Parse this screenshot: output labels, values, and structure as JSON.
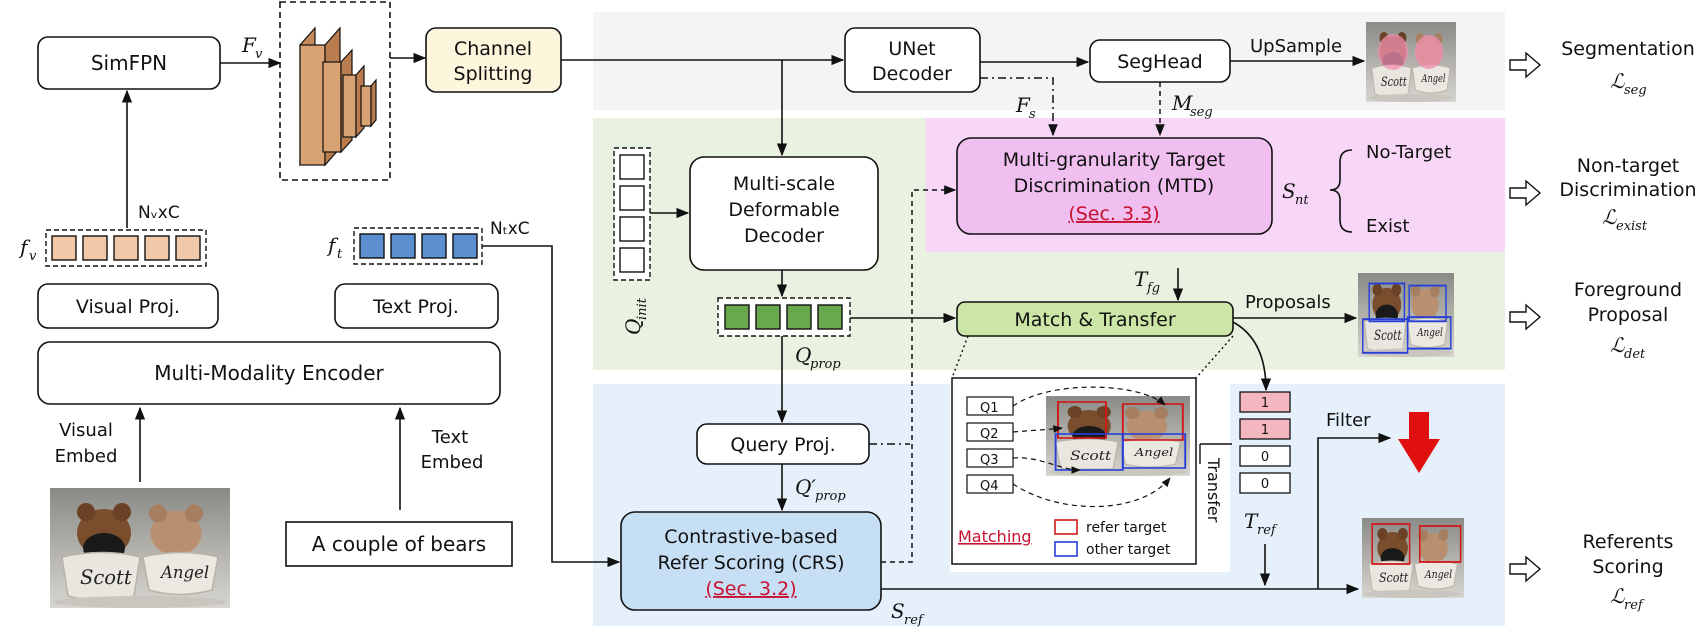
{
  "boxes": {
    "simfpn": "SimFPN",
    "channel_splitting": [
      "Channel",
      "Splitting"
    ],
    "unet_decoder": [
      "UNet",
      "Decoder"
    ],
    "seghead": "SegHead",
    "visual_proj": "Visual Proj.",
    "text_proj": "Text Proj.",
    "mm_encoder": "Multi-Modality Encoder",
    "msdd": [
      "Multi-scale",
      "Deformable",
      "Decoder"
    ],
    "mtd": [
      "Multi-granularity Target",
      "Discrimination (MTD)"
    ],
    "mtd_sec": "(Sec. 3.3)",
    "match_transfer": "Match & Transfer",
    "query_proj": "Query Proj.",
    "crs": [
      "Contrastive-based",
      "Refer Scoring (CRS)"
    ],
    "crs_sec": "(Sec. 3.2)",
    "text_input": "A couple of bears"
  },
  "labels": {
    "visual_embed": [
      "Visual",
      "Embed"
    ],
    "text_embed": [
      "Text",
      "Embed"
    ],
    "upsample": "UpSample",
    "proposals": "Proposals",
    "filter": "Filter",
    "no_target": "No-Target",
    "exist": "Exist",
    "transfer": "Transfer",
    "matching": "Matching",
    "refer_target": "refer target",
    "other_target": "other target",
    "nv_c": "NᵥxC",
    "nt_c": "NₜxC"
  },
  "symbols": {
    "Fv": "F",
    "Fv_sub": "v",
    "fv": "f",
    "fv_sub": "v",
    "ft": "f",
    "ft_sub": "t",
    "Fs": "F",
    "Fs_sub": "s",
    "Mseg": "M",
    "Mseg_sub": "seg",
    "Snt": "S",
    "Snt_sub": "nt",
    "Tfg": "T",
    "Tfg_sub": "fg",
    "Qinit": "Q",
    "Qinit_sub": "init",
    "Qprop": "Q",
    "Qprop_sub": "prop",
    "Qprop2": "Q′",
    "Qprop2_sub": "prop",
    "Tref": "T",
    "Tref_sub": "ref",
    "Sref": "S",
    "Sref_sub": "ref"
  },
  "queries": [
    "Q1",
    "Q2",
    "Q3",
    "Q4"
  ],
  "scores": [
    "1",
    "1",
    "0",
    "0"
  ],
  "outputs": {
    "segmentation": "Segmentation",
    "seg_loss": "ℒ",
    "seg_loss_sub": "seg",
    "nontarget": [
      "Non-target",
      "Discrimination"
    ],
    "exist_loss": "ℒ",
    "exist_loss_sub": "exist",
    "foreground": [
      "Foreground",
      "Proposal"
    ],
    "det_loss": "ℒ",
    "det_loss_sub": "det",
    "referents": [
      "Referents",
      "Scoring"
    ],
    "ref_loss": "ℒ",
    "ref_loss_sub": "ref"
  },
  "colors": {
    "seg_bg": "#f4f4f4",
    "green_bg": "#e9f1e0",
    "pink_bg": "#f7d6f7",
    "blue_bg": "#e6f0fb",
    "visual_token": "#f1c8a8",
    "text_token": "#5b8fd0",
    "query_token": "#6aa84f",
    "channel_fill": "#fdf5dc",
    "mtd_fill": "#f0bff0",
    "match_fill": "#cce6a8",
    "crs_fill": "#c7dff5",
    "feature_bar": "#d9a273",
    "score_pink": "#f4b6bf",
    "red_arrow": "#e01010"
  }
}
